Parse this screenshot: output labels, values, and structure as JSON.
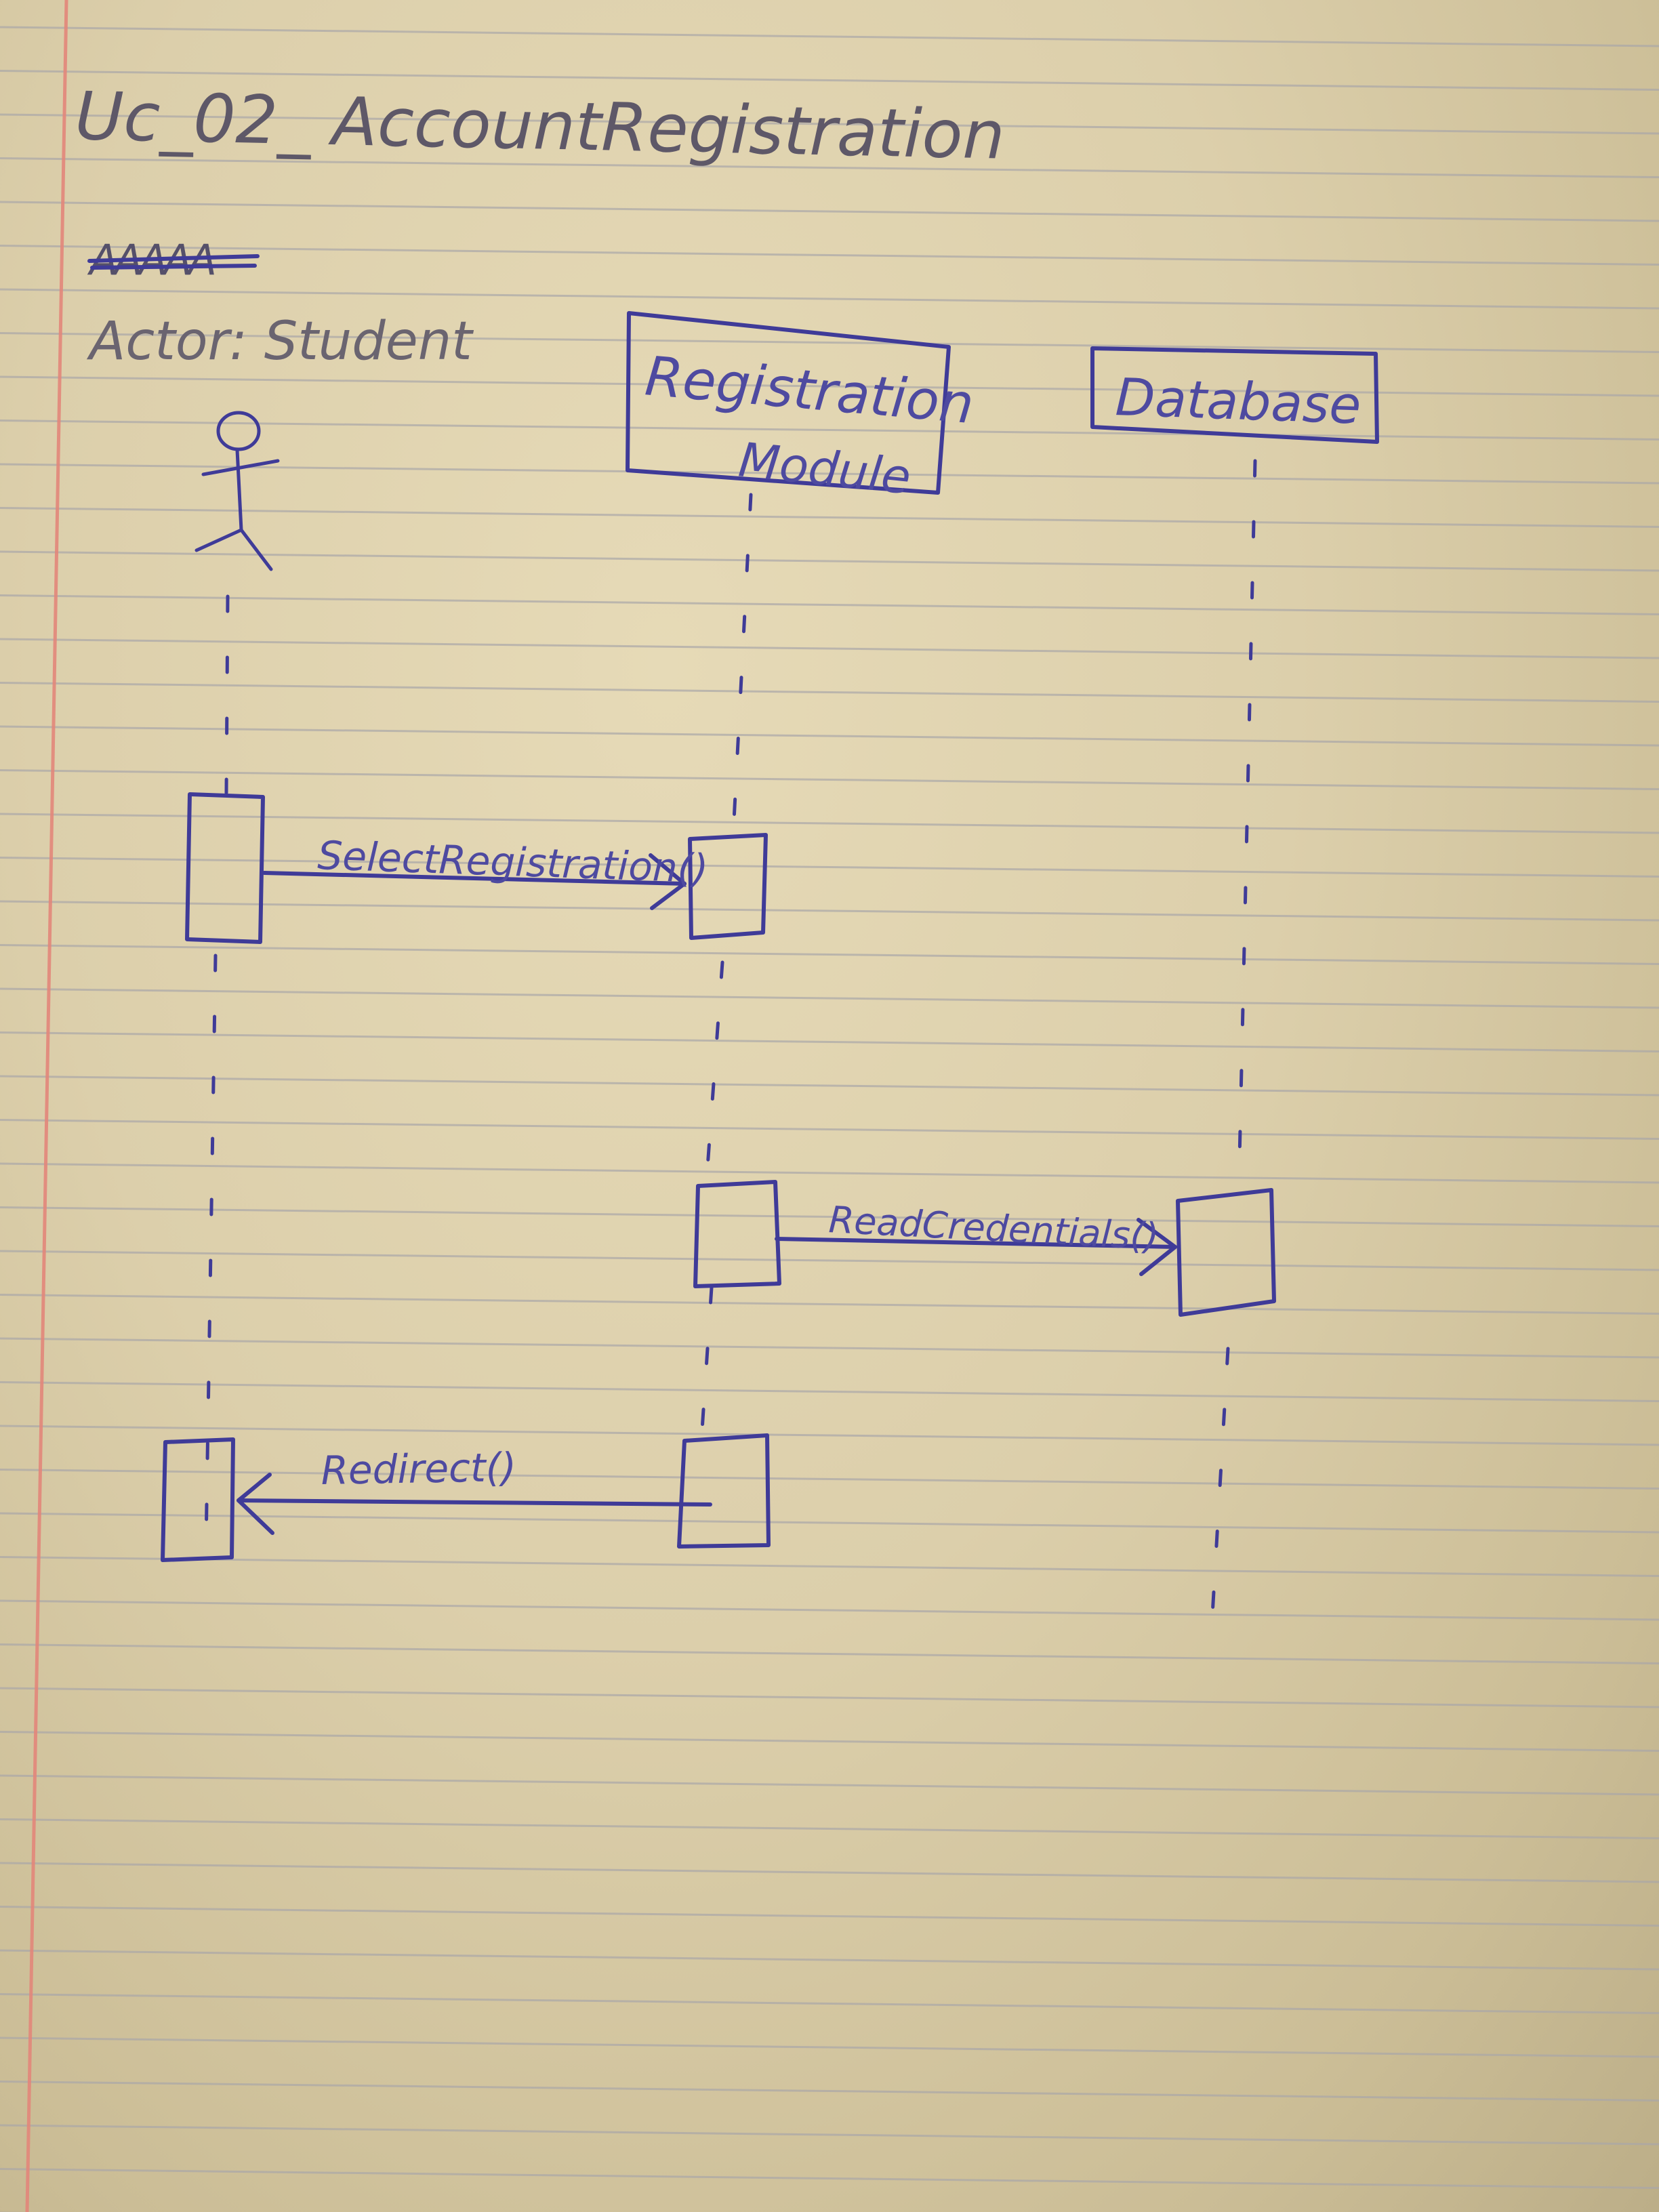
{
  "title": "Uc_02_ AccountRegistration",
  "actor_label": "Actor: Student",
  "scribble": "AAAAA",
  "lifelines": [
    {
      "id": "student",
      "label_lines": []
    },
    {
      "id": "registration-module",
      "label_lines": [
        "Registration",
        "Module"
      ]
    },
    {
      "id": "database",
      "label_lines": [
        "Database"
      ]
    }
  ],
  "messages": [
    {
      "label": "SelectRegistration()",
      "from": "student",
      "to": "registration-module"
    },
    {
      "label": "ReadCredentials()",
      "from": "registration-module",
      "to": "database"
    },
    {
      "label": "Redirect()",
      "from": "registration-module",
      "to": "student"
    }
  ],
  "colors": {
    "ink": "#3f3b98",
    "pencil": "#6a6470",
    "margin_line": "#e2867a",
    "rule_line": "#a9a6a8"
  }
}
